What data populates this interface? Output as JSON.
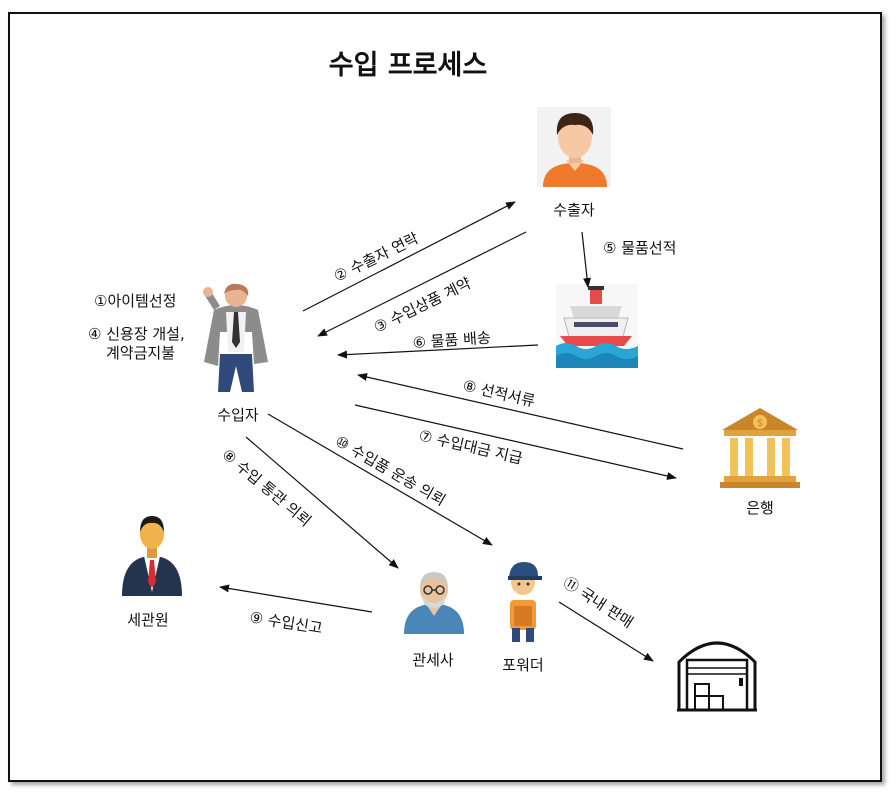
{
  "title": "수입 프로세스",
  "actors": {
    "importer": "수입자",
    "exporter": "수출자",
    "bank": "은행",
    "customs_officer": "세관원",
    "customs_broker": "관세사",
    "forwarder": "포워더"
  },
  "importer_notes": {
    "note1": "①아이템선정",
    "note4_line1": "④ 신용장 개설,",
    "note4_line2": "계약금지불"
  },
  "steps": {
    "s2": "② 수출자 연락",
    "s3": "③ 수입상품 계약",
    "s5": "⑤ 물품선적",
    "s6": "⑥ 물품 배송",
    "s7": "⑦ 수입대금 지급",
    "s8a": "⑧ 선적서류",
    "s8b": "⑧ 수입 통관 의뢰",
    "s9": "⑨ 수입신고",
    "s10": "⑩ 수입품 운송 의뢰",
    "s11": "⑪ 국내 판매"
  },
  "icons": {
    "importer": "frustrated-man-icon",
    "exporter": "person-avatar-icon",
    "ship": "cruise-ship-icon",
    "bank": "bank-building-icon",
    "customs_officer": "businessman-icon",
    "customs_broker": "elderly-man-icon",
    "forwarder": "delivery-worker-icon",
    "warehouse": "warehouse-icon"
  }
}
